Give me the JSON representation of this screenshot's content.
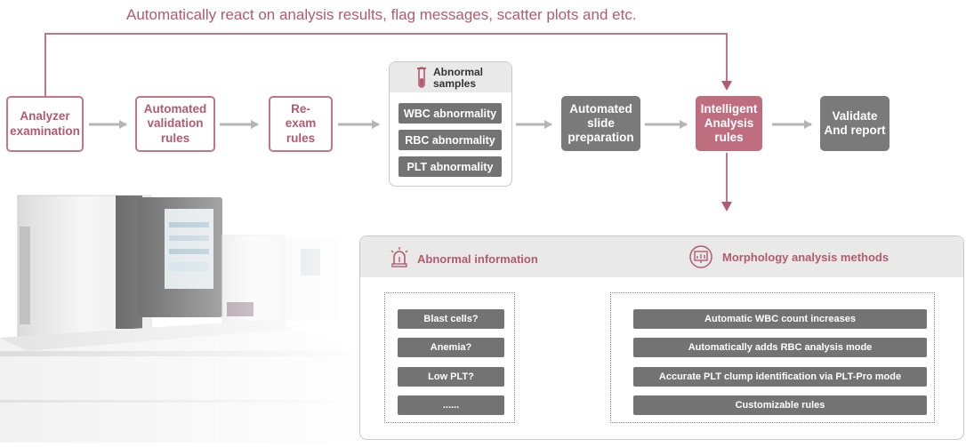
{
  "headline": "Automatically react on analysis results, flag messages, scatter plots and etc.",
  "steps": {
    "analyzer": "Analyzer examination",
    "validation": "Automated validation rules",
    "reexam": "Re-exam rules",
    "slide": "Automated slide preparation",
    "intelligent": "Intelligent Analysis rules",
    "validate": "Validate And report"
  },
  "abnormal_samples": {
    "title": "Abnormal samples",
    "items": [
      "WBC abnormality",
      "RBC abnormality",
      "PLT abnormality"
    ]
  },
  "abnormal_information": {
    "title": "Abnormal information",
    "items": [
      "Blast cells?",
      "Anemia?",
      "Low PLT?",
      "......"
    ]
  },
  "morphology_methods": {
    "title": "Morphology analysis methods",
    "items": [
      "Automatic WBC count increases",
      "Automatically adds RBC analysis mode",
      "Accurate PLT clump identification via PLT-Pro mode",
      "Customizable rules"
    ]
  },
  "colors": {
    "accent": "#b25b6f",
    "accent_fill": "#bf6e80",
    "box_gray": "#7a7a7a",
    "arrow_gray": "#b5b5b5"
  },
  "icons": [
    "test-tube-icon",
    "alarm-light-icon",
    "monitor-chart-icon"
  ]
}
